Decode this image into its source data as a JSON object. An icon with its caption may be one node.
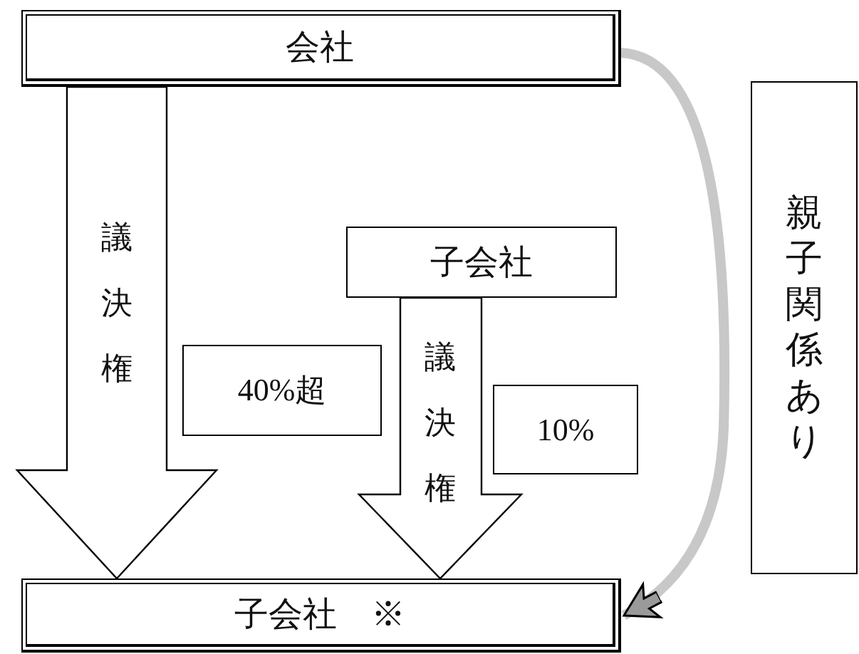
{
  "diagram": {
    "nodes": [
      {
        "text": [
          "会社"
        ]
      },
      {
        "text": [
          "子会社　※"
        ]
      },
      {
        "text": [
          "子会社"
        ]
      },
      {
        "text": [
          "40%超"
        ]
      },
      {
        "text": [
          "10%"
        ]
      },
      {
        "text": [
          "親子関係あり"
        ]
      }
    ],
    "edges": [
      {
        "from": 0,
        "to": 1,
        "arrow": "to",
        "label": "議決権",
        "style": "thick"
      },
      {
        "from": 2,
        "to": 1,
        "arrow": "to",
        "label": "議決権",
        "style": "thick"
      },
      {
        "from": 0,
        "to": 1,
        "arrow": "to",
        "color": "#c8c8c8"
      }
    ]
  }
}
